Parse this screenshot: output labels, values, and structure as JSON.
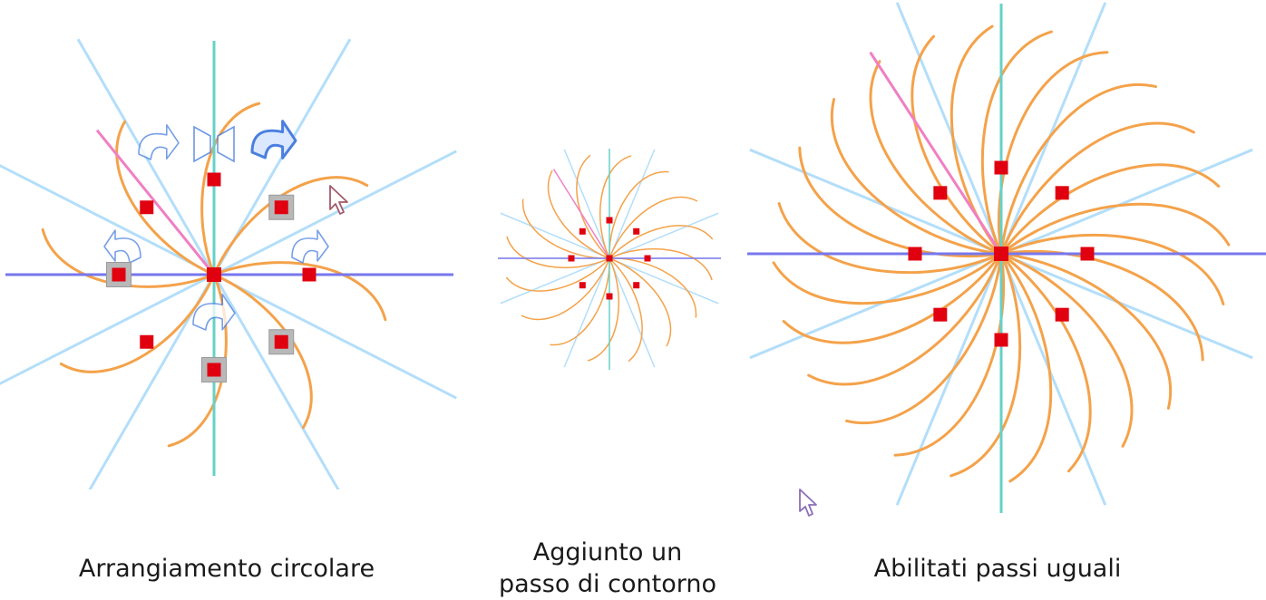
{
  "captions": {
    "panel1": "Arrangiamento circolare",
    "panel2_line1": "Aggiunto un",
    "panel2_line2": "passo di contorno",
    "panel3": "Abilitati passi uguali"
  },
  "colors": {
    "stroke": "#f4a24a",
    "guide": "#b3defa",
    "axis_h": "#7777ee",
    "axis_v": "#66d1c8",
    "ref_line": "#f07fc2",
    "handle": "#e0000f",
    "handle_frame": "#b8b8b8",
    "rotate_icon": "#4a7fe0"
  },
  "icons": {
    "pointer": "mouse-pointer-icon",
    "rotate": "rotate-arrow-icon",
    "flip": "flip-icon",
    "handle": "control-point-icon"
  }
}
